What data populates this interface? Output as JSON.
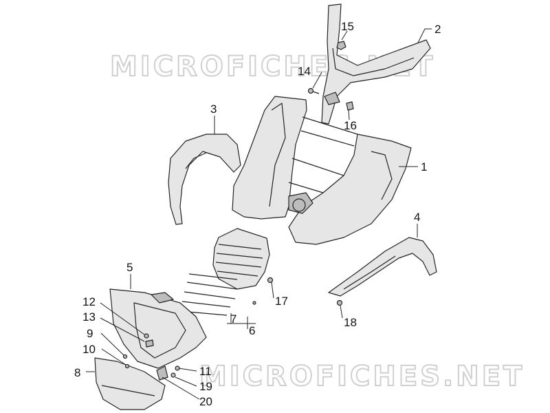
{
  "watermarks": [
    "MICROFICHES.NET",
    "MICROFICHES.NET"
  ],
  "callouts": [
    {
      "id": "c1",
      "text": "1"
    },
    {
      "id": "c2",
      "text": "2"
    },
    {
      "id": "c3",
      "text": "3"
    },
    {
      "id": "c4",
      "text": "4"
    },
    {
      "id": "c5",
      "text": "5"
    },
    {
      "id": "c6",
      "text": "6"
    },
    {
      "id": "c7",
      "text": "7"
    },
    {
      "id": "c8",
      "text": "8"
    },
    {
      "id": "c9",
      "text": "9"
    },
    {
      "id": "c10",
      "text": "10"
    },
    {
      "id": "c11",
      "text": "11"
    },
    {
      "id": "c12",
      "text": "12"
    },
    {
      "id": "c13",
      "text": "13"
    },
    {
      "id": "c14",
      "text": "14"
    },
    {
      "id": "c15",
      "text": "15"
    },
    {
      "id": "c16",
      "text": "16"
    },
    {
      "id": "c17",
      "text": "17"
    },
    {
      "id": "c18",
      "text": "18"
    },
    {
      "id": "c19",
      "text": "19"
    },
    {
      "id": "c20",
      "text": "20"
    }
  ]
}
